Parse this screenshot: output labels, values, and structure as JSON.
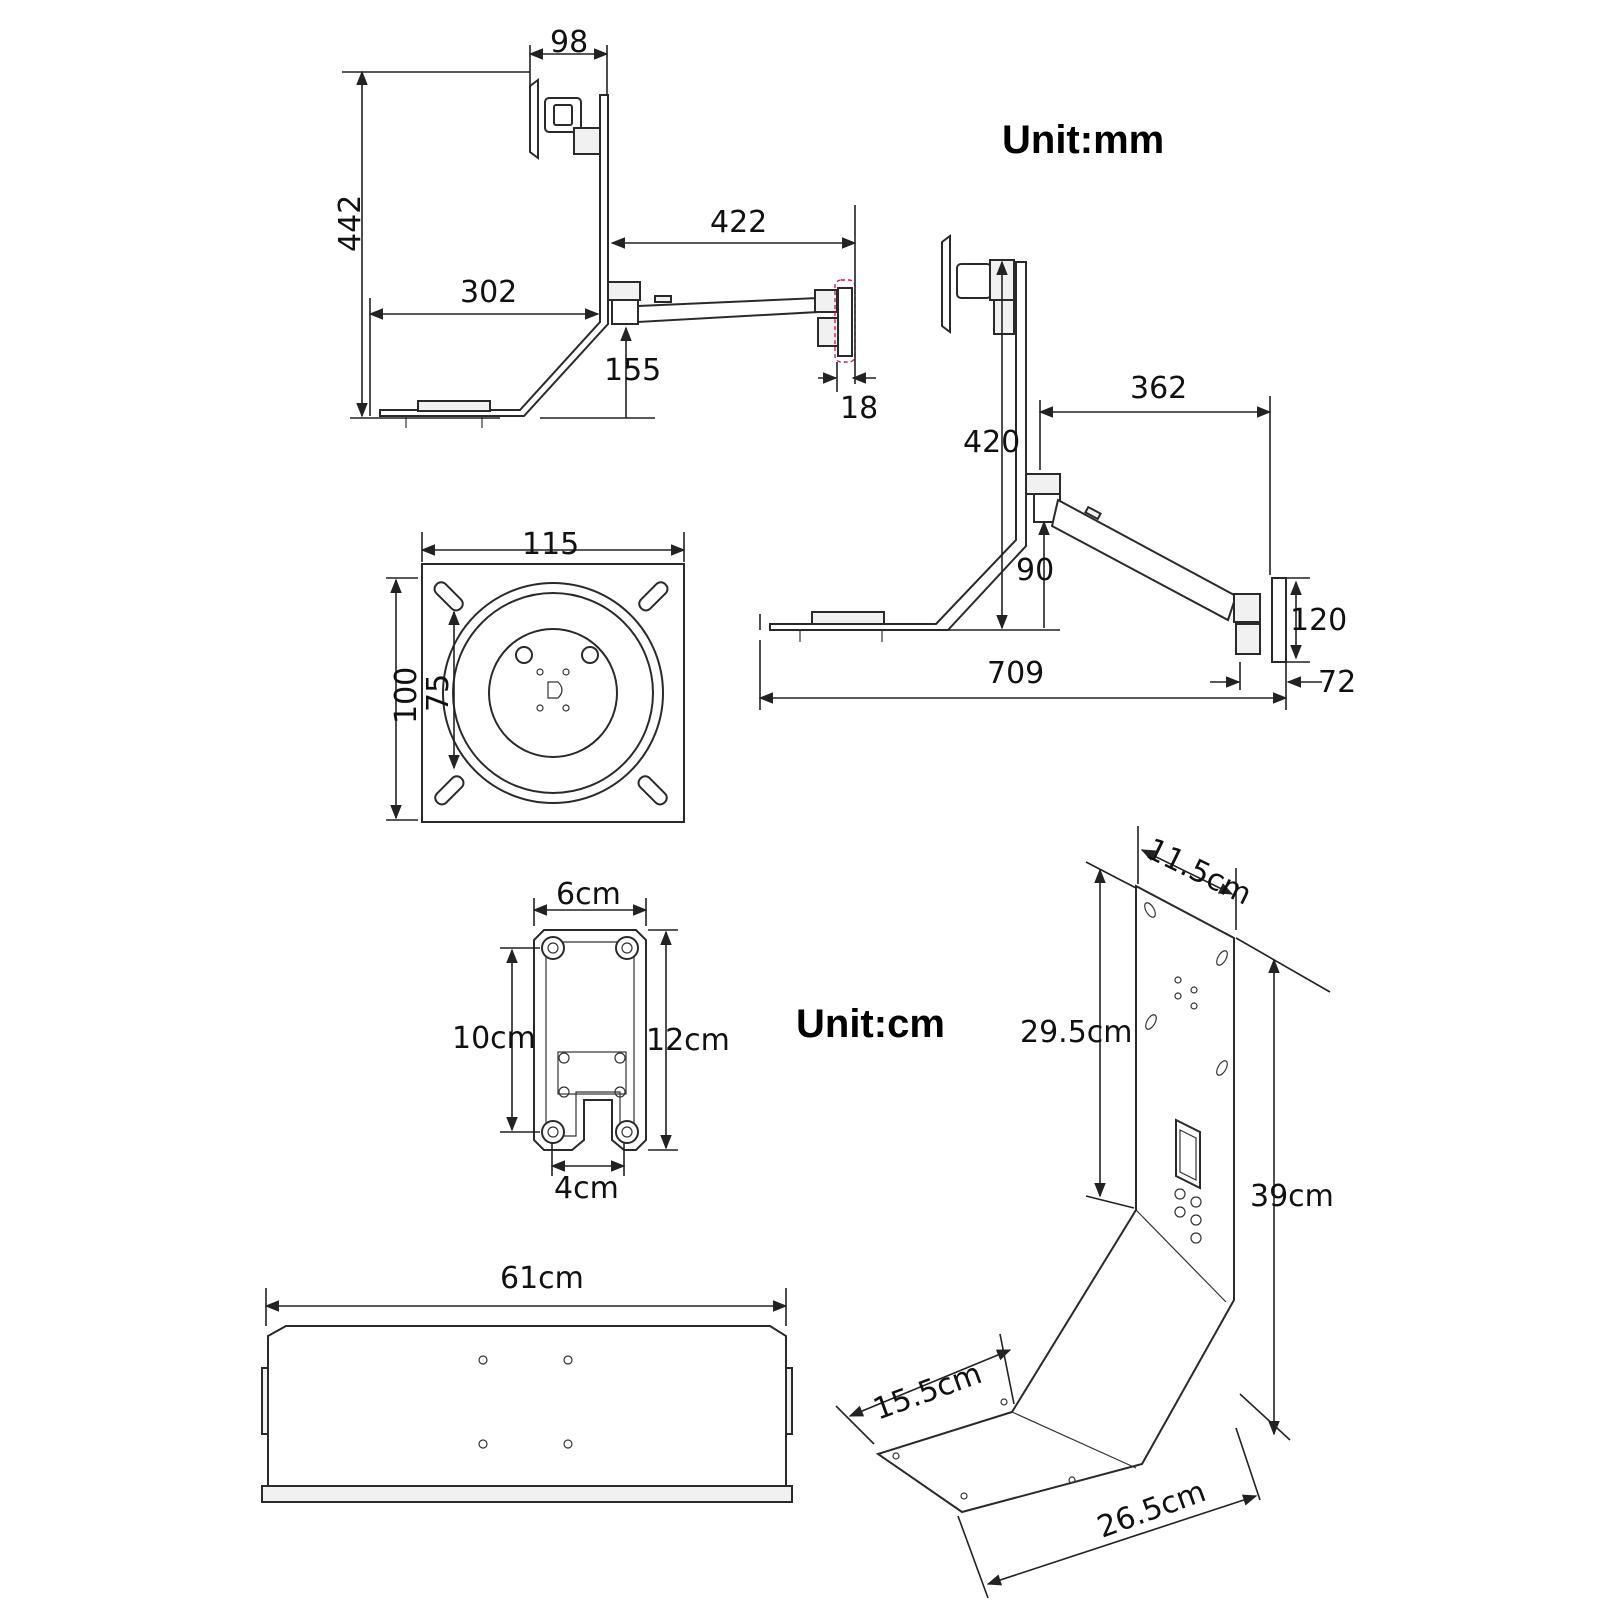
{
  "units": {
    "mm": "Unit:mm",
    "cm": "Unit:cm"
  },
  "side_view": {
    "top_width": "98",
    "height": "442",
    "base_depth": "302",
    "arm_reach": "422",
    "arm_height": "155",
    "plate_thickness": "18"
  },
  "extended_view": {
    "arm_reach": "362",
    "height": "420",
    "arm_height": "90",
    "plate_height": "120",
    "total_length": "709",
    "plate_depth": "72"
  },
  "vesa_plate": {
    "width": "115",
    "height": "100",
    "hole_spacing": "75"
  },
  "mount_bracket": {
    "width": "6cm",
    "hole_spacing": "10cm",
    "height": "12cm",
    "slot_width": "4cm"
  },
  "keyboard_tray": {
    "width": "61cm"
  },
  "stand_plate": {
    "width": "11.5cm",
    "vertical_height": "29.5cm",
    "total_height": "39cm",
    "base_depth": "15.5cm",
    "base_length": "26.5cm"
  }
}
